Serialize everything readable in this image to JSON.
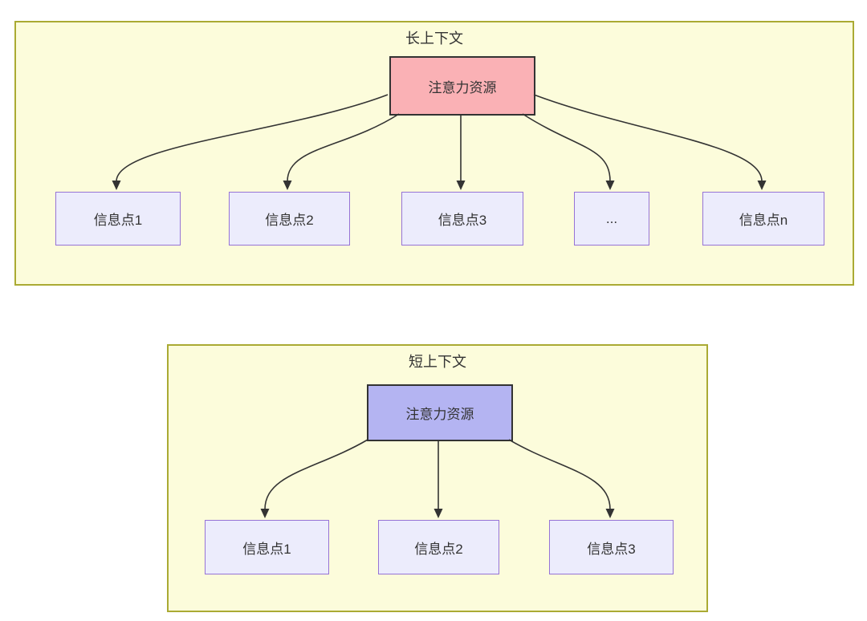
{
  "colors": {
    "container_fill": "#fcfcdb",
    "container_border": "#aaaa33",
    "long_source_fill": "#fab1b5",
    "short_source_fill": "#b4b4f2",
    "info_fill": "#ececfc",
    "info_border": "#9673d6",
    "line": "#333333",
    "text": "#333333"
  },
  "diagrams": [
    {
      "id": "long-context",
      "title": "长上下文",
      "source": {
        "label": "注意力资源",
        "fill": "#fab1b5"
      },
      "targets": [
        {
          "label": "信息点1"
        },
        {
          "label": "信息点2"
        },
        {
          "label": "信息点3"
        },
        {
          "label": "..."
        },
        {
          "label": "信息点n"
        }
      ]
    },
    {
      "id": "short-context",
      "title": "短上下文",
      "source": {
        "label": "注意力资源",
        "fill": "#b4b4f2"
      },
      "targets": [
        {
          "label": "信息点1"
        },
        {
          "label": "信息点2"
        },
        {
          "label": "信息点3"
        }
      ]
    }
  ]
}
